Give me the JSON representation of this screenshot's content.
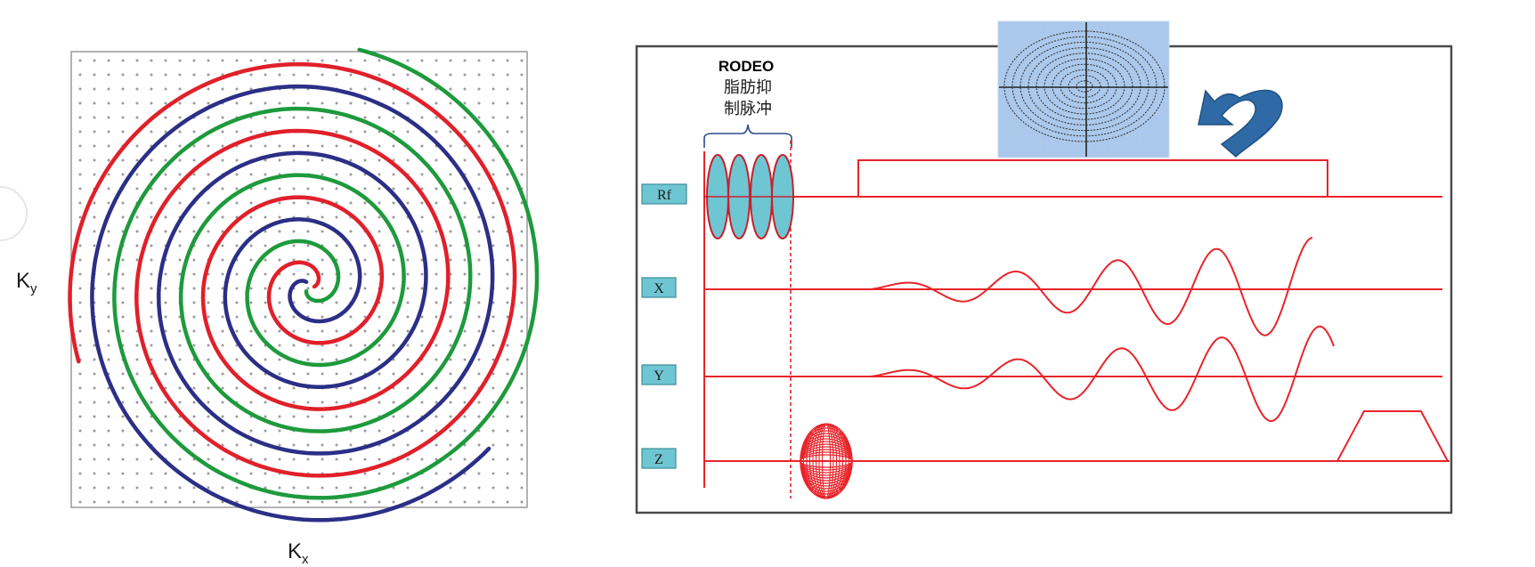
{
  "kspace": {
    "axis_y": "K",
    "axis_y_sub": "y",
    "axis_x": "K",
    "axis_x_sub": "x",
    "spiral_colors": [
      "#e0202a",
      "#2b2f86",
      "#1e9a3c"
    ],
    "grid_dot_color": "#9a9a9a"
  },
  "sequence": {
    "pulse_title": "RODEO",
    "pulse_caption_line1": "脂肪抑",
    "pulse_caption_line2": "制脉冲",
    "channels": [
      {
        "id": "rf",
        "label": "Rf"
      },
      {
        "id": "x",
        "label": "X"
      },
      {
        "id": "y",
        "label": "Y"
      },
      {
        "id": "z",
        "label": "Z"
      }
    ],
    "waveform_color": "#e8242a",
    "channel_box_color": "#6ec6d2",
    "pulse_fill_color": "#6ec6d2",
    "inset_bg_color": "#a9c8ec",
    "arrow_color": "#2f6aa6",
    "arrow_icon": "curved-return-arrow-icon"
  }
}
